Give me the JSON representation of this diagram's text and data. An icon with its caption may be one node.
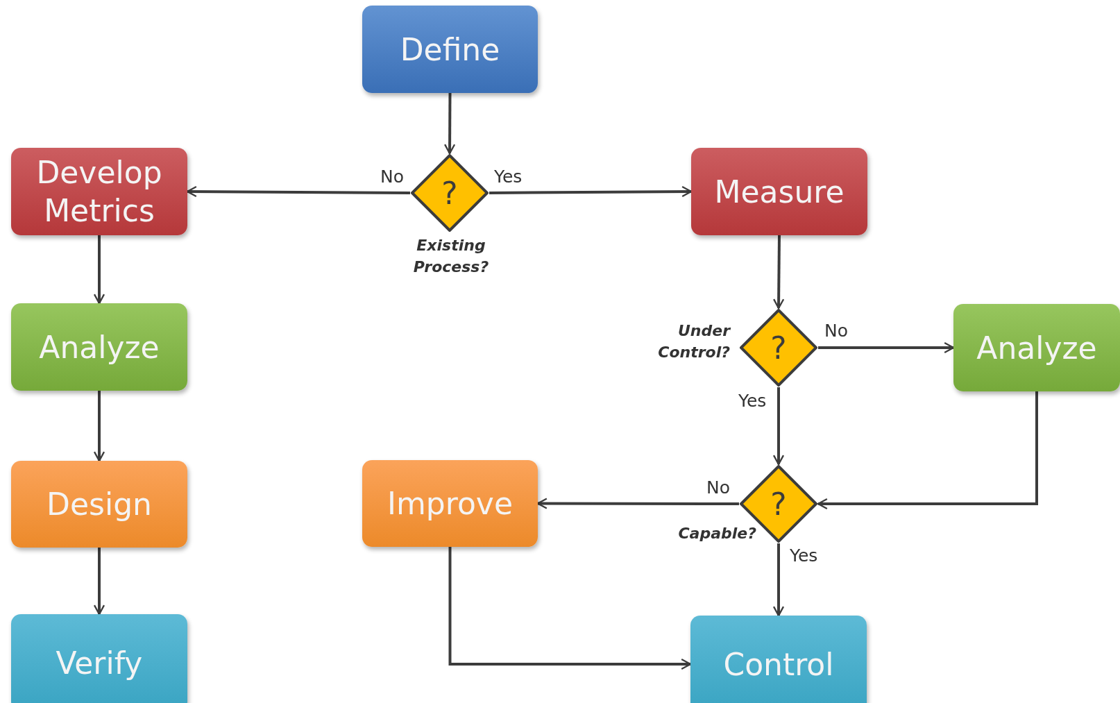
{
  "diagram": {
    "nodes": [
      {
        "text": [
          "Define"
        ]
      },
      {
        "text": [
          "?"
        ],
        "beside": [
          "Existing Process?"
        ]
      },
      {
        "text": [
          "Develop Metrics"
        ]
      },
      {
        "text": [
          "Measure"
        ]
      },
      {
        "text": [
          "Analyze"
        ]
      },
      {
        "text": [
          "?"
        ],
        "beside": [
          "Under Control?"
        ]
      },
      {
        "text": [
          "Analyze"
        ]
      },
      {
        "text": [
          "Design"
        ]
      },
      {
        "text": [
          "?"
        ],
        "beside": [
          "Capable?"
        ]
      },
      {
        "text": [
          "Improve"
        ]
      },
      {
        "text": [
          "Verify"
        ]
      },
      {
        "text": [
          "Control"
        ]
      }
    ],
    "edges": [
      {
        "from": 0,
        "to": 1,
        "arrow": "to"
      },
      {
        "from": 1,
        "to": 2,
        "label": "No",
        "arrow": "to"
      },
      {
        "from": 1,
        "to": 3,
        "label": "Yes",
        "arrow": "to"
      },
      {
        "from": 2,
        "to": 4,
        "arrow": "to"
      },
      {
        "from": 4,
        "to": 7,
        "arrow": "to"
      },
      {
        "from": 7,
        "to": 10,
        "arrow": "to"
      },
      {
        "from": 3,
        "to": 5,
        "arrow": "to"
      },
      {
        "from": 5,
        "to": 6,
        "label": "No",
        "arrow": "to"
      },
      {
        "from": 5,
        "to": 8,
        "label": "Yes",
        "arrow": "to"
      },
      {
        "from": 6,
        "to": 8,
        "arrow": "to"
      },
      {
        "from": 8,
        "to": 9,
        "label": "No",
        "arrow": "to"
      },
      {
        "from": 8,
        "to": 11,
        "label": "Yes",
        "arrow": "to"
      },
      {
        "from": 9,
        "to": 11,
        "arrow": "to"
      }
    ]
  }
}
